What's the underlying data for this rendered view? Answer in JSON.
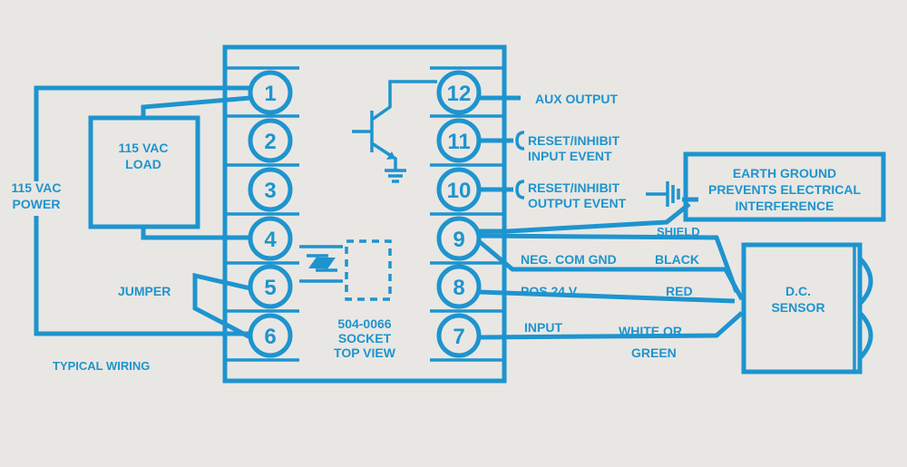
{
  "colors": {
    "ink": "#1e94cf",
    "paper": "#e9e7e3"
  },
  "terminals": {
    "t1": "1",
    "t2": "2",
    "t3": "3",
    "t4": "4",
    "t5": "5",
    "t6": "6",
    "t7": "7",
    "t8": "8",
    "t9": "9",
    "t10": "10",
    "t11": "11",
    "t12": "12"
  },
  "labels": {
    "power_line1": "115 VAC",
    "power_line2": "POWER",
    "load_line1": "115 VAC",
    "load_line2": "LOAD",
    "jumper": "JUMPER",
    "typical_wiring": "TYPICAL WIRING",
    "socket_line1": "504-0066",
    "socket_line2": "SOCKET",
    "socket_line3": "TOP VIEW",
    "aux_output": "AUX OUTPUT",
    "reset_input_line1": "RESET/INHIBIT",
    "reset_input_line2": "INPUT EVENT",
    "reset_output_line1": "RESET/INHIBIT",
    "reset_output_line2": "OUTPUT EVENT",
    "earth_line1": "EARTH GROUND",
    "earth_line2": "PREVENTS ELECTRICAL",
    "earth_line3": "INTERFERENCE",
    "shield": "SHIELD",
    "neg_com_gnd": "NEG. COM GND",
    "black": "BLACK",
    "pos_24v": "POS 24 V",
    "red": "RED",
    "input": "INPUT",
    "white_or": "WHITE OR",
    "green": "GREEN",
    "sensor_line1": "D.C.",
    "sensor_line2": "SENSOR"
  }
}
